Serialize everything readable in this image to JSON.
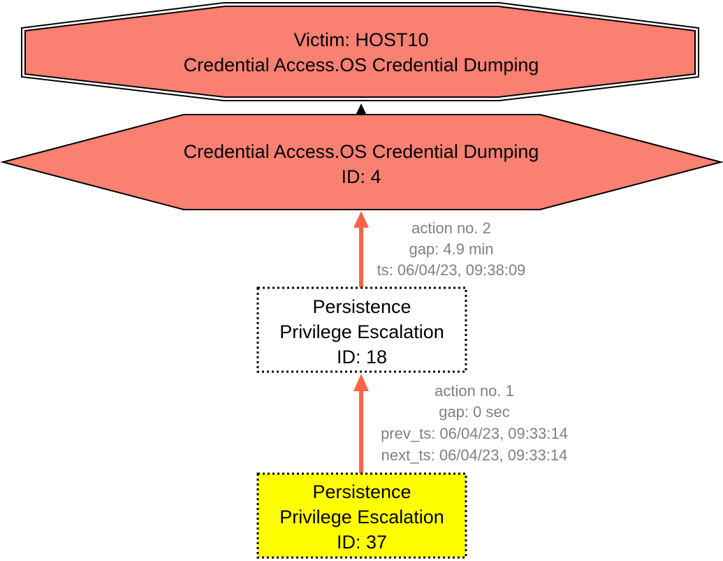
{
  "colors": {
    "salmon": "#fa8072",
    "arrow": "#ff6347",
    "yellow": "#ffff00",
    "edge_label": "#808080"
  },
  "nodes": {
    "victim": {
      "line1": "Victim: HOST10",
      "line2": "Credential Access.OS Credential Dumping"
    },
    "node4": {
      "line1": "Credential Access.OS Credential Dumping",
      "line2": "ID: 4"
    },
    "node18": {
      "line1": "Persistence",
      "line2": "Privilege Escalation",
      "line3": "ID: 18"
    },
    "node37": {
      "line1": "Persistence",
      "line2": "Privilege Escalation",
      "line3": "ID: 37"
    }
  },
  "edges": {
    "edge_18_to_4": {
      "line1": "action no. 2",
      "line2": "gap: 4.9 min",
      "line3": "ts: 06/04/23, 09:38:09"
    },
    "edge_37_to_18": {
      "line1": "action no. 1",
      "line2": "gap: 0 sec",
      "line3": "prev_ts: 06/04/23, 09:33:14",
      "line4": "next_ts: 06/04/23, 09:33:14"
    }
  }
}
